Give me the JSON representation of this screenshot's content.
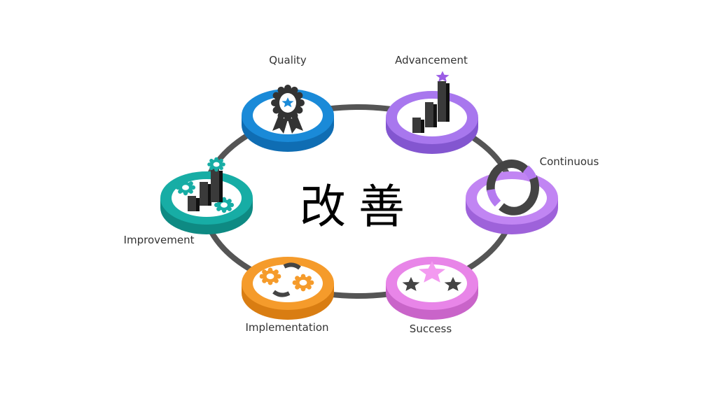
{
  "title": "改善",
  "nodes": [
    {
      "id": "quality",
      "label": "Quality",
      "color": "#1a8ad8",
      "dark": "#0f6db3",
      "icon": "award-ribbon-icon"
    },
    {
      "id": "advancement",
      "label": "Advancement",
      "color": "#a877ee",
      "dark": "#8356d0",
      "icon": "rising-bar-chart-icon"
    },
    {
      "id": "continuous",
      "label": "Continuous",
      "color": "#c185f3",
      "dark": "#9e62da",
      "icon": "cycle-arrows-icon"
    },
    {
      "id": "improvement",
      "label": "Improvement",
      "color": "#17ada5",
      "dark": "#0e8a83",
      "icon": "gears-bar-chart-icon"
    },
    {
      "id": "implementation",
      "label": "Implementation",
      "color": "#f59b2b",
      "dark": "#d97d12",
      "icon": "gears-arrows-icon"
    },
    {
      "id": "success",
      "label": "Success",
      "color": "#e885e8",
      "dark": "#c964c9",
      "icon": "stars-icon"
    }
  ]
}
